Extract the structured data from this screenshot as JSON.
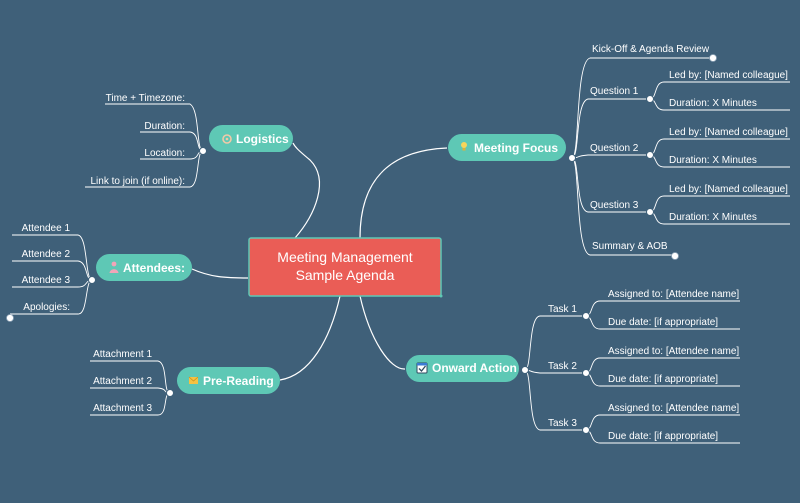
{
  "central": {
    "line1": "Meeting Management",
    "line2": "Sample Agenda"
  },
  "logistics": {
    "label": "Logistics",
    "icon": "gear-icon",
    "items": [
      "Time + Timezone:",
      "Duration:",
      "Location:",
      "Link to join (if online):"
    ]
  },
  "attendees": {
    "label": "Attendees:",
    "icon": "person-icon",
    "items": [
      "Attendee 1",
      "Attendee 2",
      "Attendee 3",
      "Apologies:"
    ]
  },
  "prereading": {
    "label": "Pre-Reading",
    "icon": "envelope-icon",
    "items": [
      "Attachment 1",
      "Attachment 2",
      "Attachment 3"
    ]
  },
  "focus": {
    "label": "Meeting Focus",
    "icon": "lightbulb-icon",
    "kickoff": "Kick-Off & Agenda Review",
    "questions": [
      {
        "label": "Question 1",
        "led": "Led by: [Named colleague]",
        "duration": "Duration: X Minutes"
      },
      {
        "label": "Question 2",
        "led": "Led by: [Named colleague]",
        "duration": "Duration: X Minutes"
      },
      {
        "label": "Question 3",
        "led": "Led by: [Named colleague]",
        "duration": "Duration: X Minutes"
      }
    ],
    "summary": "Summary & AOB"
  },
  "onward": {
    "label": "Onward Action",
    "icon": "checkbox-icon",
    "tasks": [
      {
        "label": "Task 1",
        "assigned": "Assigned to: [Attendee name]",
        "due": "Due date: [if appropriate]"
      },
      {
        "label": "Task 2",
        "assigned": "Assigned to: [Attendee name]",
        "due": "Due date: [if appropriate]"
      },
      {
        "label": "Task 3",
        "assigned": "Assigned to: [Attendee name]",
        "due": "Due date: [if appropriate]"
      }
    ]
  },
  "colors": {
    "background": "#3f6079",
    "central": "#ea5d56",
    "branch": "#5ec8b5",
    "lines": "#ffffff"
  }
}
